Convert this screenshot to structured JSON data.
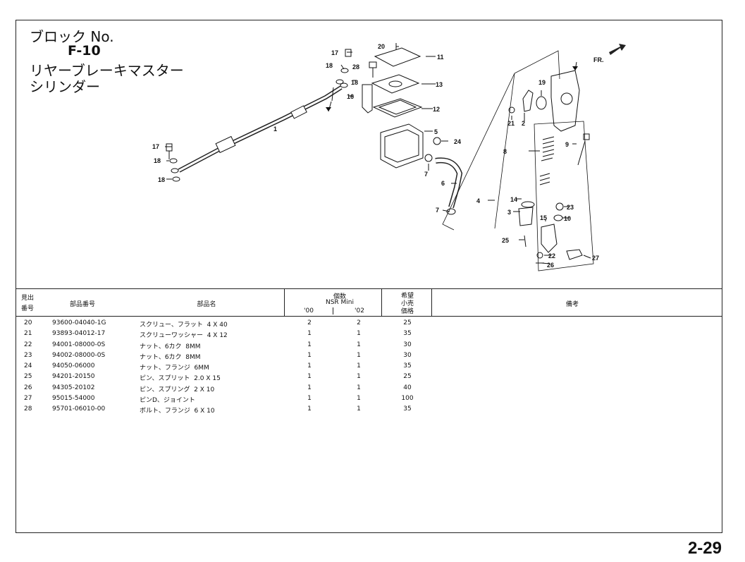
{
  "block": {
    "label": "ブロック No.",
    "code": "F-10",
    "name_line1": "リヤーブレーキマスター",
    "name_line2": "シリンダー"
  },
  "diagram": {
    "callouts": [
      "20",
      "11",
      "17",
      "18",
      "28",
      "18",
      "16",
      "13",
      "12",
      "1",
      "5",
      "24",
      "7",
      "6",
      "7",
      "17",
      "18",
      "18",
      "21",
      "2",
      "19",
      "9",
      "8",
      "14",
      "3",
      "4",
      "23",
      "15",
      "10",
      "25",
      "22",
      "26",
      "27"
    ],
    "fr_label": "FR."
  },
  "table": {
    "headers": {
      "ref_line1": "見出",
      "ref_line2": "番号",
      "part_no": "部品番号",
      "part_name": "部品名",
      "qty": "個数",
      "model": "NSR Mini",
      "year1": "'00",
      "year2": "'02",
      "price_line1": "希望",
      "price_line2": "小売",
      "price_line3": "価格",
      "remarks": "備考"
    },
    "rows": [
      {
        "ref": "20",
        "part_no": "93600-04040-1G",
        "name": "スクリュー、フラット  4 X 40",
        "q1": "2",
        "q2": "2",
        "price": "25"
      },
      {
        "ref": "21",
        "part_no": "93893-04012-17",
        "name": "スクリューワッシャー  4 X 12",
        "q1": "1",
        "q2": "1",
        "price": "35"
      },
      {
        "ref": "22",
        "part_no": "94001-08000-0S",
        "name": "ナット、6カク  8MM",
        "q1": "1",
        "q2": "1",
        "price": "30"
      },
      {
        "ref": "23",
        "part_no": "94002-08000-0S",
        "name": "ナット、6カク  8MM",
        "q1": "1",
        "q2": "1",
        "price": "30"
      },
      {
        "ref": "24",
        "part_no": "94050-06000",
        "name": "ナット、フランジ  6MM",
        "q1": "1",
        "q2": "1",
        "price": "35"
      },
      {
        "ref": "25",
        "part_no": "94201-20150",
        "name": "ピン、スプリット  2.0 X 15",
        "q1": "1",
        "q2": "1",
        "price": "25"
      },
      {
        "ref": "26",
        "part_no": "94305-20102",
        "name": "ピン、スプリング  2 X 10",
        "q1": "1",
        "q2": "1",
        "price": "40"
      },
      {
        "ref": "27",
        "part_no": "95015-54000",
        "name": "ピンD、ジョイント",
        "q1": "1",
        "q2": "1",
        "price": "100"
      },
      {
        "ref": "28",
        "part_no": "95701-06010-00",
        "name": "ボルト、フランジ  6 X 10",
        "q1": "1",
        "q2": "1",
        "price": "35"
      }
    ]
  },
  "page_number": "2-29"
}
